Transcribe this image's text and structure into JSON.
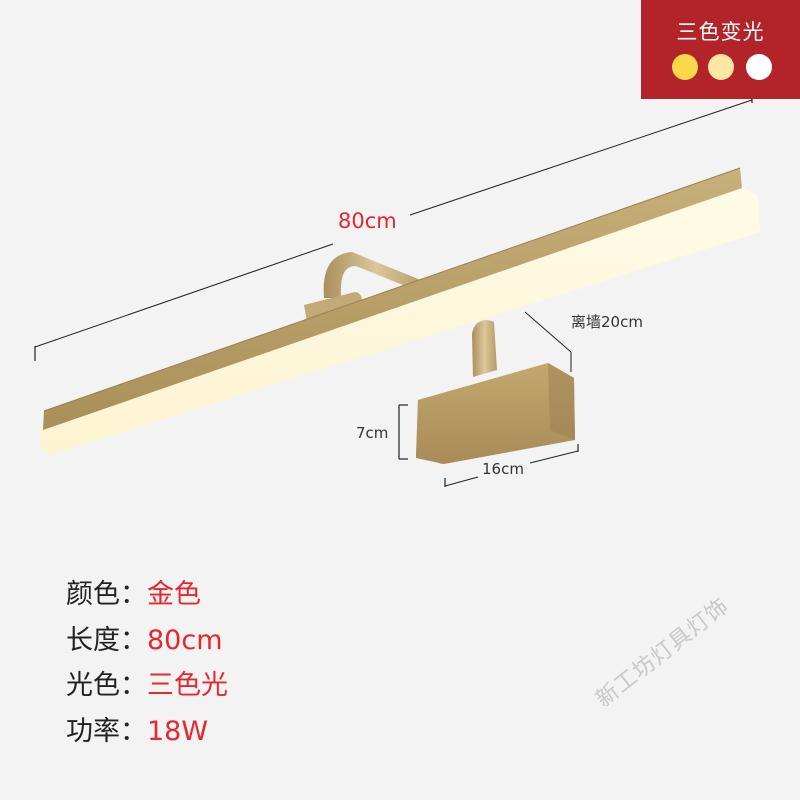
{
  "badge": {
    "title": "三色变光",
    "background": "#b3232a",
    "dots": [
      {
        "name": "warm-light",
        "color": "#fbd94a"
      },
      {
        "name": "neutral-light",
        "color": "#fbe79f"
      },
      {
        "name": "cool-light",
        "color": "#ffffff"
      }
    ]
  },
  "dimensions": {
    "length": "80cm",
    "wall_distance": "离墙20cm",
    "base_height": "7cm",
    "base_width": "16cm"
  },
  "specs": [
    {
      "key": "颜色：",
      "value": "金色"
    },
    {
      "key": "长度：",
      "value": "80cm"
    },
    {
      "key": "光色：",
      "value": "三色光"
    },
    {
      "key": "功率：",
      "value": "18W"
    }
  ],
  "watermark": "新工坊灯具灯饰",
  "colors": {
    "accent_red": "#e4282e",
    "gold": "#b9a06a",
    "background": "#f3f3f3"
  }
}
